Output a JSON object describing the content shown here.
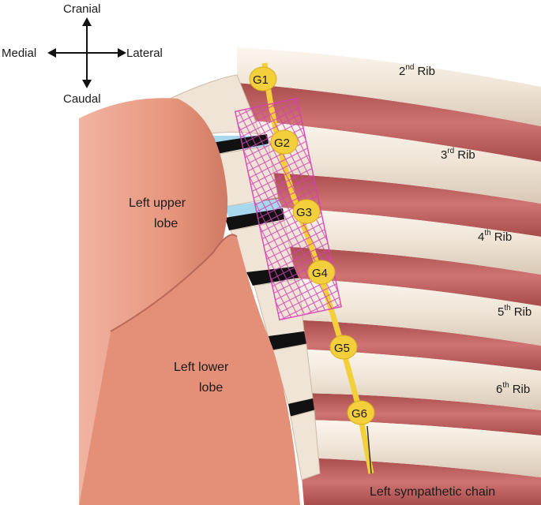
{
  "orientation": {
    "cranial": "Cranial",
    "caudal": "Caudal",
    "medial": "Medial",
    "lateral": "Lateral"
  },
  "lobes": {
    "upper_line1": "Left upper",
    "upper_line2": "lobe",
    "lower_line1": "Left lower",
    "lower_line2": "lobe"
  },
  "ribs": [
    {
      "num": "2",
      "sup": "nd",
      "word": "Rib"
    },
    {
      "num": "3",
      "sup": "rd",
      "word": "Rib"
    },
    {
      "num": "4",
      "sup": "th",
      "word": "Rib"
    },
    {
      "num": "5",
      "sup": "th",
      "word": "Rib"
    },
    {
      "num": "6",
      "sup": "th",
      "word": "Rib"
    }
  ],
  "ganglia": [
    "G1",
    "G2",
    "G3",
    "G4",
    "G5",
    "G6"
  ],
  "chain_label": "Left sympathetic chain",
  "colors": {
    "lung": "#e8967e",
    "muscle": "#c96a68",
    "bone": "#efe4d6",
    "disc": "#a8d8ec",
    "nerve": "#f3cf3c",
    "mesh": "#d640b4"
  }
}
